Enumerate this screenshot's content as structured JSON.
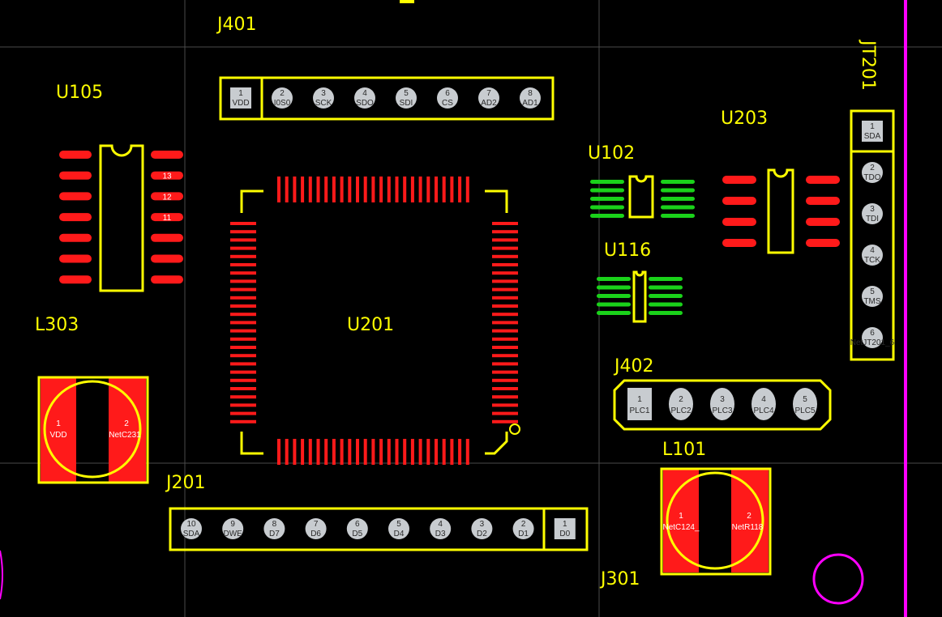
{
  "colors": {
    "background": "#000000",
    "grid": "#4a4a4a",
    "silkscreen": "#ffff00",
    "smd_top": "#ff1a1a",
    "smd_bottom": "#1ad21a",
    "through_hole": "#c8ccd0",
    "keepout": "#ff00ff"
  },
  "designators": {
    "J401": "J401",
    "U105": "U105",
    "JT201": "JT201",
    "U203": "U203",
    "U102": "U102",
    "U116": "U116",
    "U201": "U201",
    "L303": "L303",
    "J402": "J402",
    "L101": "L101",
    "J201": "J201",
    "J301": "J301"
  },
  "J401": {
    "pins": [
      {
        "num": "1",
        "net": "VDD"
      },
      {
        "num": "2",
        "net": "I0S0"
      },
      {
        "num": "3",
        "net": "SCK"
      },
      {
        "num": "4",
        "net": "SDO"
      },
      {
        "num": "5",
        "net": "SDI"
      },
      {
        "num": "6",
        "net": "CS"
      },
      {
        "num": "7",
        "net": "AD2"
      },
      {
        "num": "8",
        "net": "AD1"
      }
    ]
  },
  "JT201": {
    "pins": [
      {
        "num": "1",
        "net": "SDA"
      },
      {
        "num": "2",
        "net": "TDO"
      },
      {
        "num": "3",
        "net": "TDI"
      },
      {
        "num": "4",
        "net": "TCK"
      },
      {
        "num": "5",
        "net": "TMS"
      },
      {
        "num": "6",
        "net": "NetJT201_6"
      }
    ]
  },
  "J402": {
    "pins": [
      {
        "num": "1",
        "net": "PLC1"
      },
      {
        "num": "2",
        "net": "PLC2"
      },
      {
        "num": "3",
        "net": "PLC3"
      },
      {
        "num": "4",
        "net": "PLC4"
      },
      {
        "num": "5",
        "net": "PLC5"
      }
    ]
  },
  "J201": {
    "pins": [
      {
        "num": "10",
        "net": "SDA"
      },
      {
        "num": "9",
        "net": "DWE"
      },
      {
        "num": "8",
        "net": "D7"
      },
      {
        "num": "7",
        "net": "D6"
      },
      {
        "num": "6",
        "net": "D5"
      },
      {
        "num": "5",
        "net": "D4"
      },
      {
        "num": "4",
        "net": "D3"
      },
      {
        "num": "3",
        "net": "D2"
      },
      {
        "num": "2",
        "net": "D1"
      },
      {
        "num": "1",
        "net": "D0"
      }
    ]
  },
  "L303": {
    "pins": [
      {
        "num": "1",
        "net": "VDD"
      },
      {
        "num": "2",
        "net": "NetC231"
      }
    ]
  },
  "L101": {
    "pins": [
      {
        "num": "1",
        "net": "NetC124_"
      },
      {
        "num": "2",
        "net": "NetR118"
      }
    ]
  },
  "U105": {
    "right_pad_labels": [
      "",
      "13",
      "12",
      "11",
      "",
      "",
      ""
    ]
  }
}
